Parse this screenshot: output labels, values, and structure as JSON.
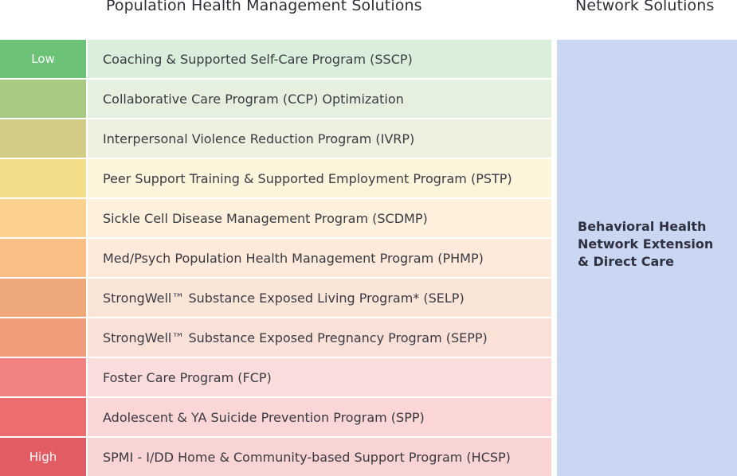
{
  "headers": {
    "population": "Population Health Management Solutions",
    "network": "Network Solutions"
  },
  "network": {
    "label": "Behavioral Health\nNetwork Extension\n& Direct Care",
    "color": "#c9d7f2"
  },
  "programs": [
    {
      "level": "Low",
      "label": "Coaching & Supported Self-Care Program (SSCP)",
      "level_color": "#6cc276",
      "bg_color": "#d9efdb"
    },
    {
      "level": "",
      "label": "Collaborative Care Program (CCP) Optimization",
      "level_color": "#a8c982",
      "bg_color": "#e6f0df"
    },
    {
      "level": "",
      "label": "Interpersonal Violence Reduction Program (IVRP)",
      "level_color": "#d3cc86",
      "bg_color": "#eff0df"
    },
    {
      "level": "",
      "label": "Peer Support Training & Supported Employment Program (PSTP)",
      "level_color": "#f3dc8a",
      "bg_color": "#fcf4db"
    },
    {
      "level": "",
      "label": "Sickle Cell Disease Management Program (SCDMP)",
      "level_color": "#fbd18d",
      "bg_color": "#fdf0dc"
    },
    {
      "level": "",
      "label": "Med/Psych Population Health Management Program (PHMP)",
      "level_color": "#fbbf85",
      "bg_color": "#fdeadb"
    },
    {
      "level": "",
      "label": "StrongWell™ Substance Exposed Living Program* (SELP)",
      "level_color": "#eea879",
      "bg_color": "#fae5d9"
    },
    {
      "level": "",
      "label": "StrongWell™ Substance Exposed Pregnancy Program (SEPP)",
      "level_color": "#ee9c7a",
      "bg_color": "#fae1d8"
    },
    {
      "level": "",
      "label": "Foster Care Program (FCP)",
      "level_color": "#f28282",
      "bg_color": "#fbdcdc"
    },
    {
      "level": "",
      "label": "Adolescent & YA Suicide Prevention Program (SPP)",
      "level_color": "#ec6d6d",
      "bg_color": "#fad6d6"
    },
    {
      "level": "High",
      "label": "SPMI - I/DD Home & Community-based Support Program (HCSP)",
      "level_color": "#e25d63",
      "bg_color": "#f9d4d4"
    }
  ]
}
